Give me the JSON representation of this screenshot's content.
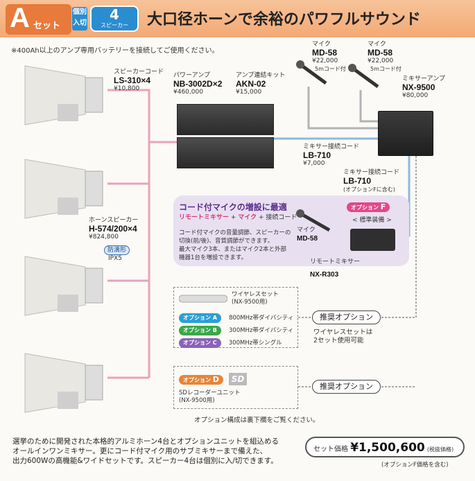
{
  "header": {
    "set_letter": "A",
    "set_word": "セット",
    "kobetsu": [
      "個別",
      "入切"
    ],
    "badge_number": "4",
    "badge_sub": "スピーカー",
    "title": "大口径ホーンで余裕のパワフルサウンド"
  },
  "note": "※400Ah以上のアンプ専用バッテリーを接続してご使用ください。",
  "speaker_cord": {
    "label": "スピーカーコード",
    "model": "LS-310×4",
    "price": "¥10,800"
  },
  "horn_speaker": {
    "label": "ホーンスピーカー",
    "model": "H-574/200×4",
    "price": "¥824,800",
    "tag": "防滴形",
    "rating": "IPX5"
  },
  "power_amp": {
    "label": "パワーアンプ",
    "model": "NB-3002D×2",
    "price": "¥460,000"
  },
  "amp_kit": {
    "label": "アンプ連結キット",
    "model": "AKN-02",
    "price": "¥15,000"
  },
  "mic1": {
    "label": "マイク",
    "model": "MD-58",
    "price": "¥22,000",
    "note": "5mコード付"
  },
  "mic2": {
    "label": "マイク",
    "model": "MD-58",
    "price": "¥22,000",
    "note": "5mコード付"
  },
  "mixer_amp": {
    "label": "ミキサーアンプ",
    "model": "NX-9500",
    "price": "¥80,000"
  },
  "mixer_cord1": {
    "label": "ミキサー接続コード",
    "model": "LB-710",
    "price": "¥7,000"
  },
  "mixer_cord2": {
    "label": "ミキサー接続コード",
    "model": "LB-710",
    "price": "(オプションFに含む)"
  },
  "promo": {
    "heading": "コード付マイクの増設に最適",
    "sub": [
      "リモートミキサー",
      " + ",
      "マイク",
      " + 接続コード"
    ],
    "desc": [
      "コード付マイクの音量調節、スピーカーの",
      "切換(前/後)、音質調節ができます。",
      "最大マイク3本、またはマイク2本と外部",
      "機器1台を増設できます。"
    ],
    "opt_f": "オプション",
    "opt_f_letter": "F",
    "standard": "< 標準装備 >",
    "mic_label": "マイク",
    "mic_model": "MD-58",
    "remote_label": "リモートミキサー",
    "remote_model": "NX-R303"
  },
  "options_abc": {
    "wireless": [
      "ワイヤレスセット",
      "(NX-9500用)"
    ],
    "rows": [
      {
        "badge": "オプション",
        "letter": "A",
        "text": "800MHz帯ダイバシティ",
        "color": "#2a9fd6"
      },
      {
        "badge": "オプション",
        "letter": "B",
        "text": "300MHz帯ダイバシティ",
        "color": "#3aa84a"
      },
      {
        "badge": "オプション",
        "letter": "C",
        "text": "300MHz帯シングル",
        "color": "#8a63b8"
      }
    ],
    "recommend": "推奨オプション",
    "recommend_note": [
      "ワイヤレスセットは",
      "2セット使用可能"
    ]
  },
  "option_d": {
    "badge": "オプション",
    "letter": "D",
    "sd": "SD",
    "text": [
      "SDレコーダーユニット",
      "(NX-9500用)"
    ],
    "recommend": "推奨オプション"
  },
  "option_footnote": "オプション構成は裏下欄をご覧ください。",
  "footer_text": [
    "選挙のために開発された本格的アルミホーン4台とオプションユニットを組込める",
    "オールインワンミキサー。更にコード付マイク用のサブミキサーまで備えた、",
    "出力600Wの高機能&ワイドセットです。スピーカー4台は個別に入/切できます。"
  ],
  "set_price": {
    "label": "セット価格",
    "value": "¥1,500,600",
    "tax": "(税抜価格)",
    "note": "(オプションF価格を含む)"
  }
}
